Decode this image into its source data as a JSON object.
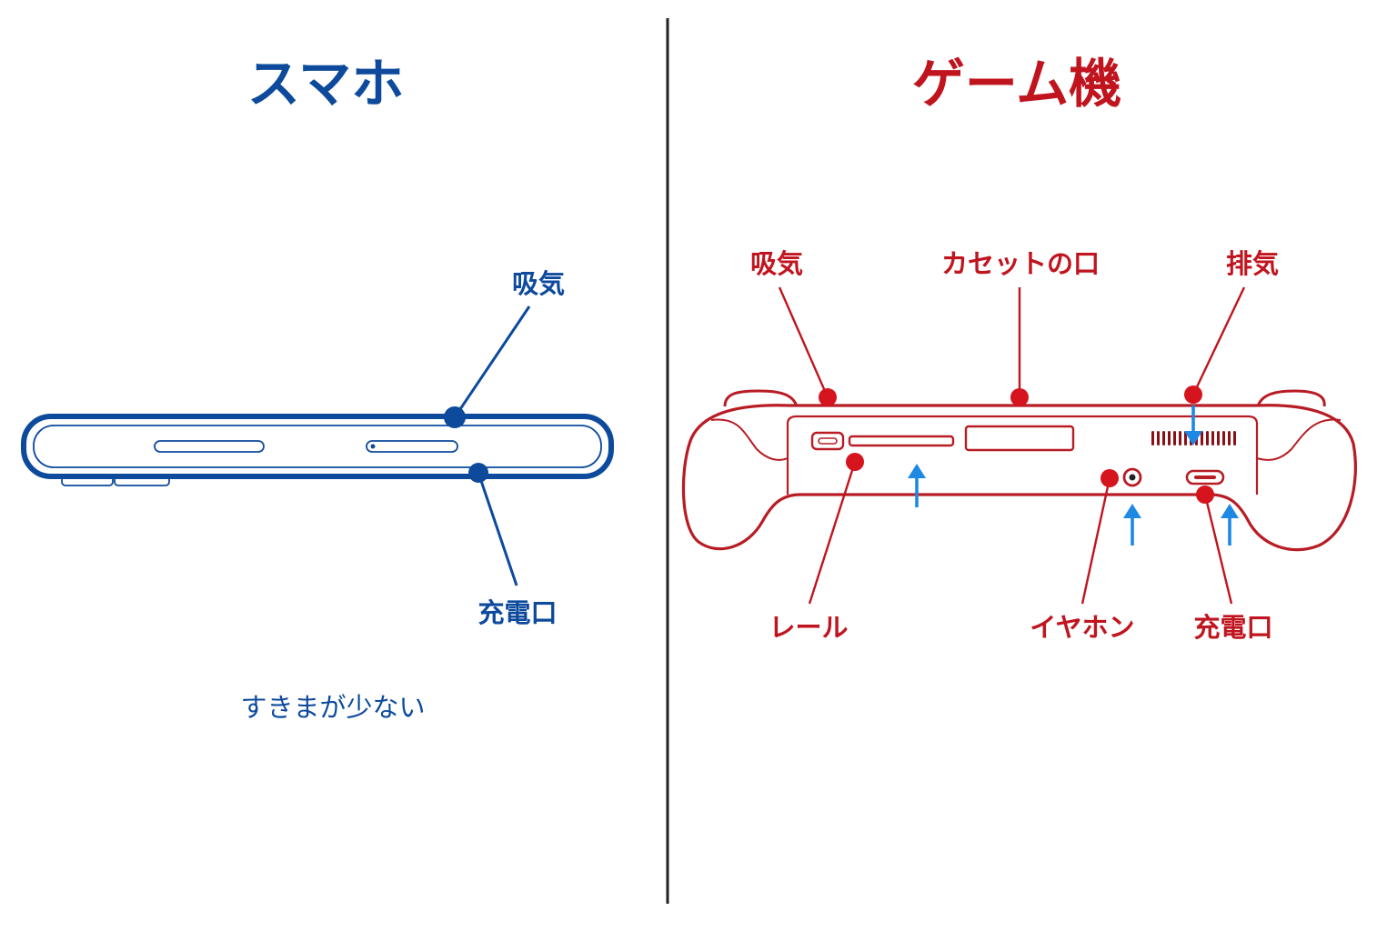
{
  "colors": {
    "phone": "#0d4a9c",
    "game": "#c0141e",
    "divider": "#222222",
    "airflow": "#1e88e5"
  },
  "phone": {
    "title": "スマホ",
    "labels": {
      "intake": "吸気",
      "charge_port": "充電口"
    },
    "note": "すきまが少ない"
  },
  "game": {
    "title": "ゲーム機",
    "labels": {
      "intake": "吸気",
      "cartridge_slot": "カセットの口",
      "exhaust": "排気",
      "rail": "レール",
      "earphone": "イヤホン",
      "charge_port": "充電口"
    }
  }
}
